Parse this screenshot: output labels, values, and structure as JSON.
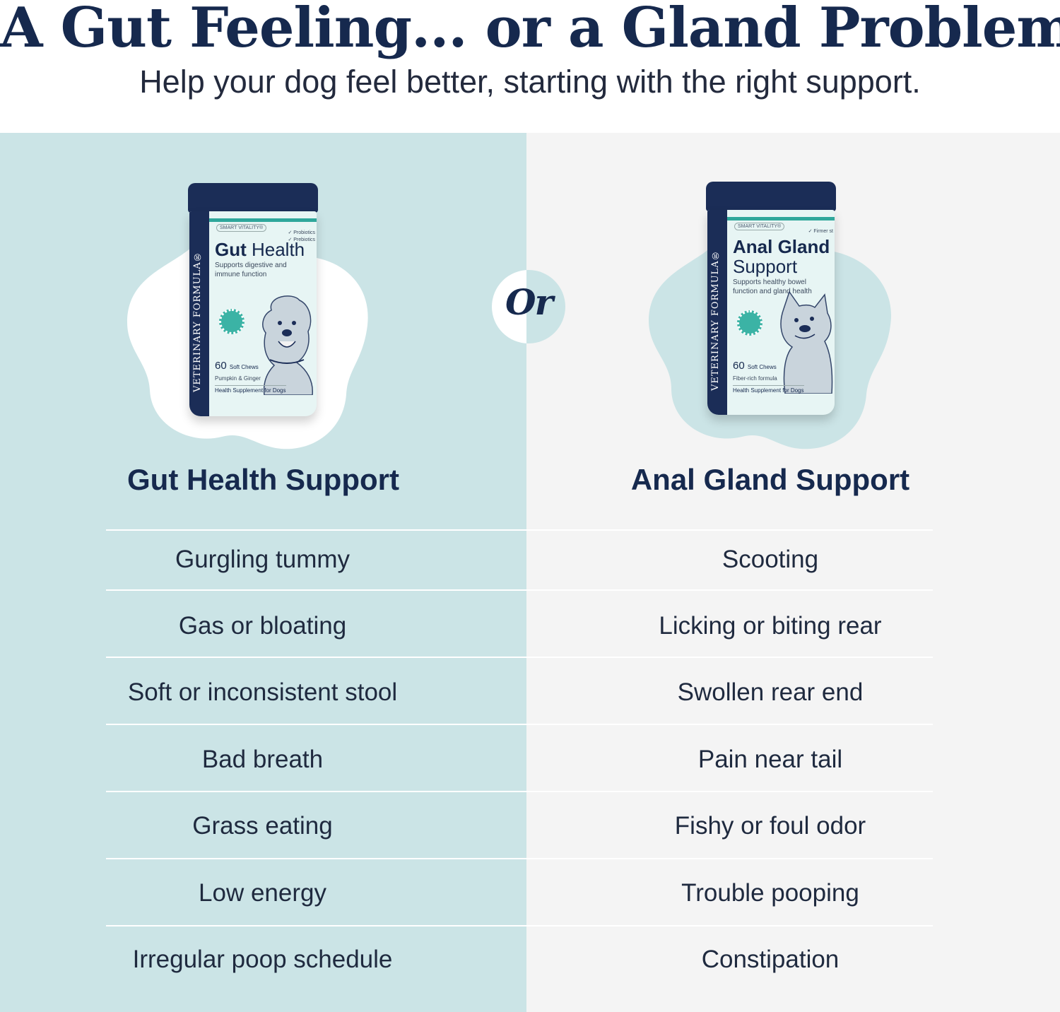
{
  "header": {
    "title": "A Gut Feeling... or a Gland Problem?",
    "subtitle": "Help your dog feel better, starting with the right support."
  },
  "divider_text": "Or",
  "colors": {
    "navy": "#16294e",
    "left_bg": "#cbe4e6",
    "right_bg": "#f4f4f4",
    "teal_accent": "#2fa79b"
  },
  "left": {
    "heading": "Gut Health Support",
    "product": {
      "brand": "VETERINARY FORMULA®",
      "line": "SMART VITALITY®",
      "name_bold": "Gut",
      "name_rest": " Health",
      "description": "Supports digestive and immune function",
      "checks": [
        "✓ Probiotics",
        "✓ Prebiotics"
      ],
      "count": "60",
      "count_unit": "Soft Chews",
      "flavor": "Pumpkin & Ginger",
      "supplement": "Health Supplement for Dogs",
      "icon": "dog-sketch-icon"
    },
    "symptoms": [
      "Gurgling tummy",
      "Gas or bloating",
      "Soft or inconsistent stool",
      "Bad breath",
      "Grass eating",
      "Low energy",
      "Irregular poop schedule"
    ]
  },
  "right": {
    "heading": "Anal Gland Support",
    "product": {
      "brand": "VETERINARY FORMULA®",
      "line": "SMART VITALITY®",
      "name_bold": "Anal Gland",
      "name_rest": "Support",
      "description": "Supports healthy bowel function and gland health",
      "checks": [
        "✓ Firmer st"
      ],
      "count": "60",
      "count_unit": "Soft Chews",
      "flavor": "Fiber-rich formula",
      "supplement": "Health Supplement for Dogs",
      "icon": "bulldog-sketch-icon"
    },
    "symptoms": [
      "Scooting",
      "Licking or biting rear",
      "Swollen rear end",
      "Pain near tail",
      "Fishy or foul odor",
      "Trouble pooping",
      "Constipation"
    ]
  }
}
